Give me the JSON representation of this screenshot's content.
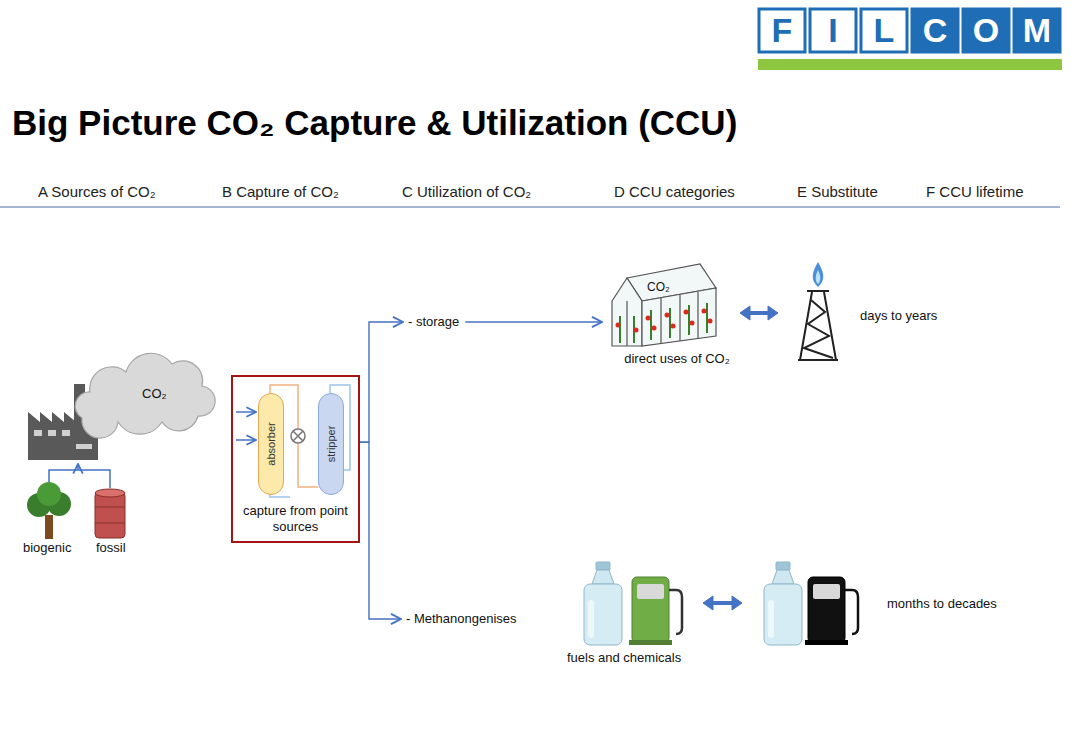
{
  "diagram": {
    "title": "Big Picture CO₂ Capture & Utilization (CCU)",
    "nodes": [
      {
        "text": [
          "CO₂"
        ]
      },
      {
        "text": [
          "capture from point sources"
        ]
      },
      {
        "text": [
          "absorber"
        ],
        "in": 1
      },
      {
        "text": [
          "stripper"
        ],
        "in": 1
      },
      {
        "text": [
          "- storage"
        ]
      },
      {
        "text": [
          "- Methanongenises"
        ]
      },
      {
        "text": [
          "CO₂",
          "direct uses of CO₂"
        ]
      }
    ],
    "edges": [
      {
        "from": 1,
        "to": 4,
        "arrow": "to"
      },
      {
        "from": 1,
        "to": 5,
        "arrow": "to"
      },
      {
        "from": 4,
        "to": 6,
        "arrow": "to"
      }
    ],
    "labels": [
      "F",
      "I",
      "L",
      "C",
      "O",
      "M",
      "A Sources of CO₂",
      "B Capture of CO₂",
      "C Utilization of CO₂",
      "D CCU categories",
      "E Substitute",
      "F CCU lifetime",
      "biogenic",
      "fossil",
      "days to years",
      "fuels and chemicals",
      "months to decades"
    ]
  }
}
